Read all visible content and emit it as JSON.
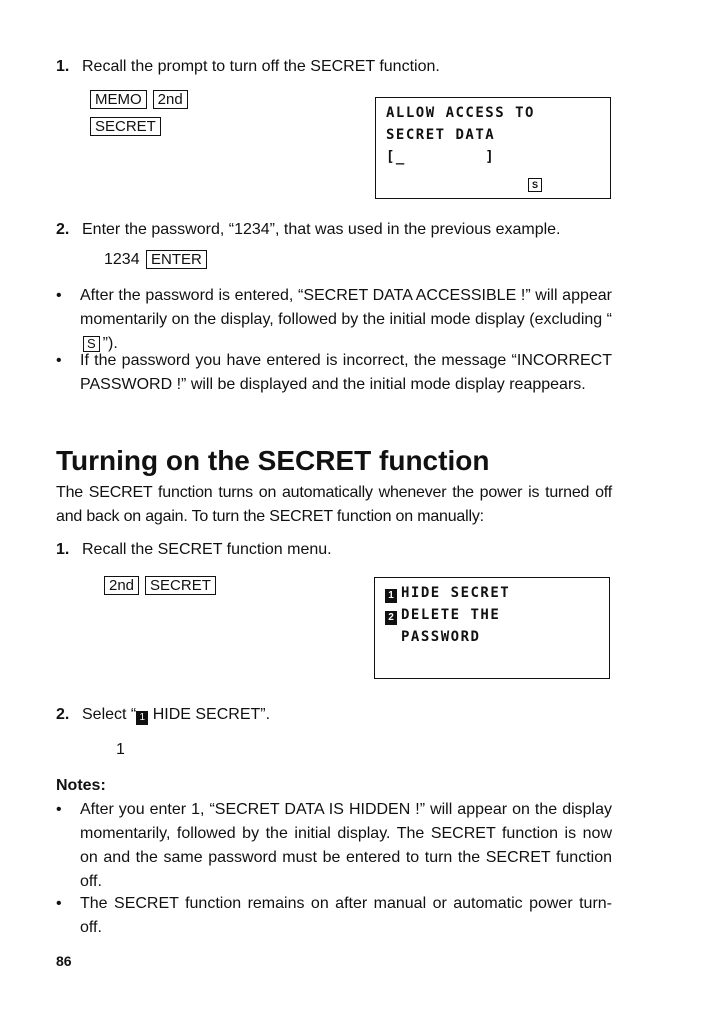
{
  "step1": {
    "number": "1.",
    "text": "Recall the prompt to turn off the SECRET function.",
    "keys_row1": [
      "MEMO",
      "2nd"
    ],
    "keys_row2": [
      "SECRET"
    ]
  },
  "display1": {
    "line1": "ALLOW ACCESS TO",
    "line2": "SECRET DATA",
    "line3": "[_        ]",
    "indicator": "S"
  },
  "step2": {
    "number": "2.",
    "text": "Enter the password, “1234”, that was used in the previous example.",
    "input": "1234",
    "key": "ENTER"
  },
  "bullets1": [
    {
      "mark": "•",
      "before": "After the password is entered, “SECRET DATA ACCESSIBLE !” will appear momentarily on the display, followed by the initial mode display (excluding “",
      "key": "S",
      "after": "”)."
    },
    {
      "mark": "•",
      "text": "If the password you have entered is incorrect, the message “INCORRECT PASSWORD !” will be displayed and the initial mode display reappears."
    }
  ],
  "section": {
    "heading": "Turning on the SECRET function",
    "intro": "The SECRET function turns on automatically whenever the power is turned off and back on again. To turn the SECRET function on manually:"
  },
  "step3": {
    "number": "1.",
    "text": "Recall the SECRET function menu.",
    "keys": [
      "2nd",
      "SECRET"
    ]
  },
  "display2": {
    "item1_num": "1",
    "item1": "HIDE SECRET",
    "item2_num": "2",
    "item2_line1": "DELETE THE",
    "item2_line2": "PASSWORD"
  },
  "step4": {
    "number": "2.",
    "text_before": "Select “",
    "num": "1",
    "text_after": " HIDE SECRET”.",
    "input": "1"
  },
  "notes": {
    "heading": "Notes:",
    "items": [
      {
        "mark": "•",
        "text": "After you enter 1, “SECRET DATA IS HIDDEN !” will appear on the display momentarily, followed by the initial display. The SECRET function is now on and the same password must be entered to turn the SECRET function off."
      },
      {
        "mark": "•",
        "text": "The SECRET function remains on after manual or automatic power turn-off."
      }
    ]
  },
  "page_number": "86"
}
